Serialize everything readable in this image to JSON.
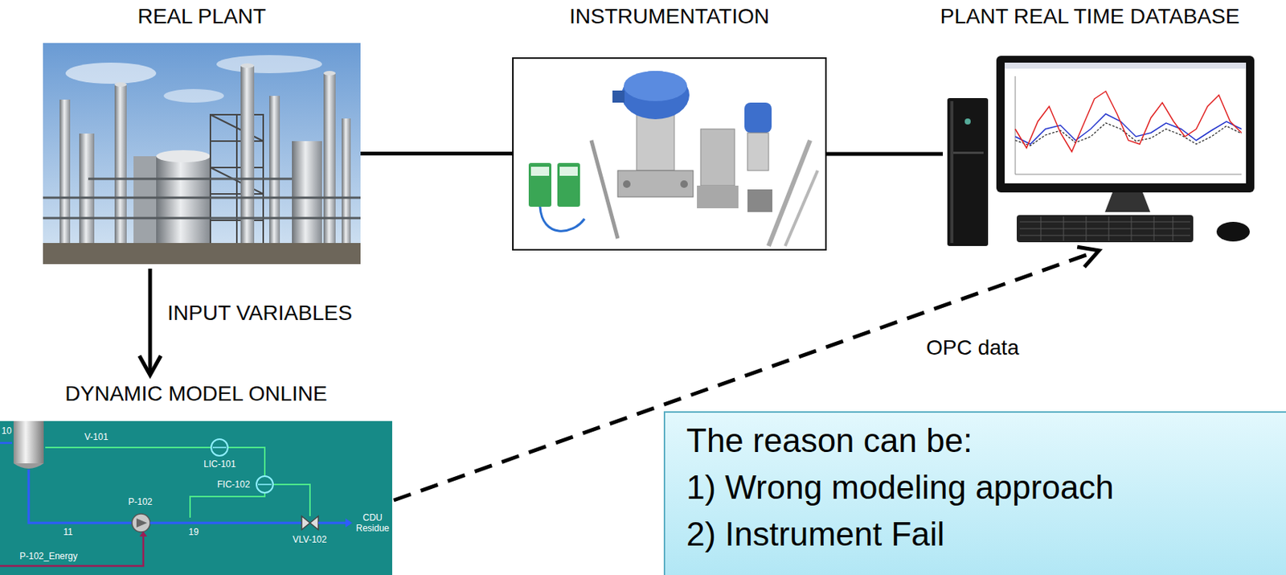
{
  "diagram": {
    "nodes": [
      {
        "text": [
          "REAL PLANT"
        ]
      },
      {
        "text": [
          "INSTRUMENTATION"
        ]
      },
      {
        "text": [
          "PLANT REAL TIME DATABASE"
        ]
      },
      {
        "text": [
          "DYNAMIC MODEL ONLINE"
        ]
      },
      {
        "text": [
          "The reason can be:",
          "1) Wrong modeling approach",
          "2) Instrument Fail"
        ]
      }
    ],
    "edges": [
      {
        "from": 0,
        "to": 1,
        "arrow": "none"
      },
      {
        "from": 1,
        "to": 2,
        "arrow": "none"
      },
      {
        "from": 0,
        "to": 3,
        "arrow": "to",
        "label": "INPUT VARIABLES"
      },
      {
        "from": 3,
        "to": 2,
        "arrow": "to",
        "label": "OPC data"
      }
    ],
    "labels": [
      "10",
      "V-101",
      "LIC-101",
      "P-102",
      "FIC-102",
      "11",
      "19",
      "VLV-102",
      "CDU Residue",
      "P-102_Energy"
    ]
  }
}
